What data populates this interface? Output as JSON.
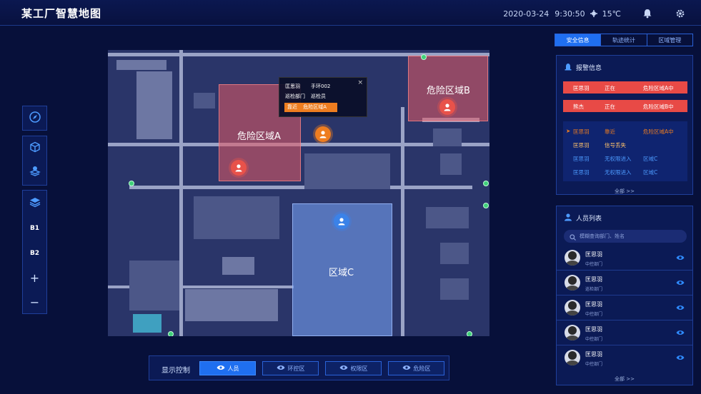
{
  "header": {
    "title": "某工厂智慧地图",
    "date": "2020-03-24",
    "time": "9:30:50",
    "temperature": "15℃"
  },
  "left_toolbar": {
    "floors": [
      "B1",
      "B2"
    ],
    "zoom_in": "+",
    "zoom_out": "−"
  },
  "map": {
    "zones": {
      "zone_a": "危险区域A",
      "zone_b": "危险区域B",
      "zone_c": "区域C"
    },
    "popup": {
      "name": "匡思羽",
      "device": "手环002",
      "dept": "巡检部门",
      "role": "巡检员",
      "warn_status": "靠近",
      "warn_zone": "危险区域A",
      "close": "×"
    }
  },
  "display_control": {
    "label": "显示控制",
    "buttons": [
      "人员",
      "环控区",
      "权限区",
      "危险区"
    ]
  },
  "right_tabs": [
    "安全信息",
    "轨迹统计",
    "区域管理"
  ],
  "alarm": {
    "title": "报警信息",
    "red_rows": [
      {
        "name": "匡思羽",
        "status": "正在",
        "zone": "危险区域A中"
      },
      {
        "name": "熊杰",
        "status": "正在",
        "zone": "危险区域B中"
      }
    ],
    "rows": [
      {
        "name": "匡思羽",
        "status": "靠近",
        "zone": "危险区域A中"
      },
      {
        "name": "匡思羽",
        "status": "信号丢失",
        "zone": ""
      },
      {
        "name": "匡思羽",
        "status": "无权限进入",
        "zone": "区域C"
      },
      {
        "name": "匡思羽",
        "status": "无权限进入",
        "zone": "区域C"
      }
    ],
    "more": "全部 >>"
  },
  "people": {
    "title": "人员列表",
    "search_placeholder": "模糊查询部门、姓名",
    "list": [
      {
        "name": "匡思羽",
        "dept": "中控部门"
      },
      {
        "name": "匡思羽",
        "dept": "巡检部门"
      },
      {
        "name": "匡思羽",
        "dept": "中控部门"
      },
      {
        "name": "匡思羽",
        "dept": "中控部门"
      },
      {
        "name": "匡思羽",
        "dept": "中控部门"
      }
    ],
    "more": "全部 >>"
  },
  "colors": {
    "background": "#07103a",
    "accent": "#1f6ff0",
    "danger": "#e84a46",
    "warning": "#ee7d20"
  }
}
